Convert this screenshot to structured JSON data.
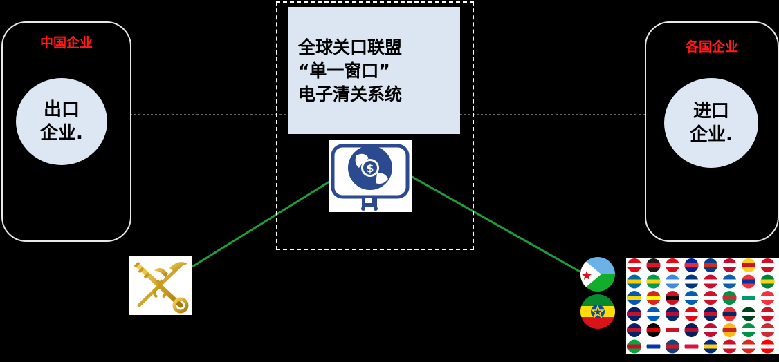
{
  "left_panel": {
    "title": "中国企业",
    "circle_line1": "出口",
    "circle_line2": "企业."
  },
  "right_panel": {
    "title": "各国企业",
    "circle_line1": "进口",
    "circle_line2": "企业."
  },
  "center": {
    "line1": "全球关口联盟",
    "line2": "“单一窗口”",
    "line3": "电子清关系统"
  },
  "icons": {
    "single_window": "globe-dollar-laptop-icon",
    "customs": "customs-key-caduceus-icon",
    "flags": "world-flags-icon"
  },
  "colors": {
    "background": "#000000",
    "title_red": "#ff1a1a",
    "connector_green": "#1e9e3a",
    "circle_fill": "#dde7f3"
  }
}
